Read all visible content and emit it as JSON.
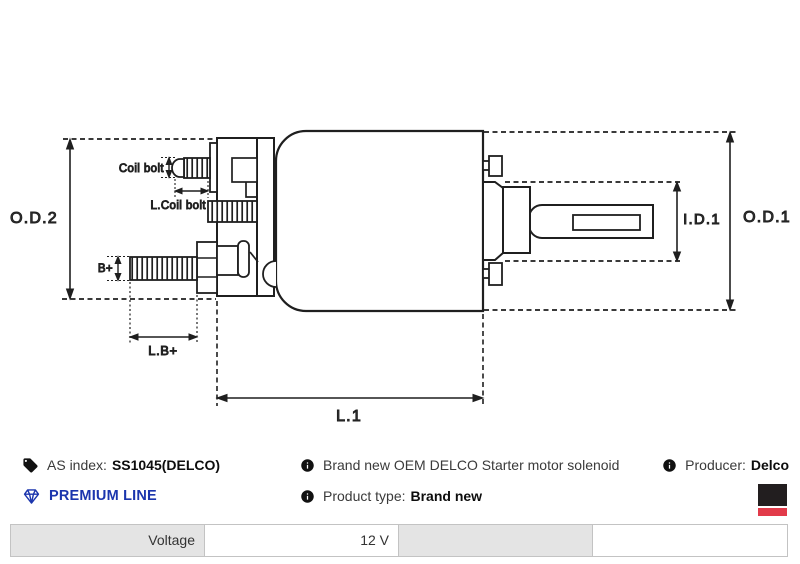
{
  "diagram": {
    "labels": {
      "od2": "O.D.2",
      "od1": "O.D.1",
      "id1": "I.D.1",
      "l1": "L.1",
      "lb_plus": "L.B+",
      "b_plus": "B+",
      "coil_bolt": "Coil bolt",
      "l_coil_bolt": "L.Coil bolt"
    }
  },
  "info": {
    "as_index_label": "AS index:",
    "as_index_value": "SS1045(DELCO)",
    "premium_line": "PREMIUM LINE",
    "description": "Brand new OEM DELCO Starter motor solenoid",
    "product_type_label": "Product type:",
    "product_type_value": "Brand new",
    "producer_label": "Producer:",
    "producer_value": "Delco"
  },
  "table": {
    "rows": [
      [
        "Voltage",
        "12 V",
        "",
        ""
      ]
    ]
  },
  "icons": {
    "as_index": "tag-icon",
    "premium": "diamond-icon",
    "info": "info-icon",
    "producer_logo": "brand-logo"
  },
  "colors": {
    "premium_blue": "#1b35ad",
    "logo_black": "#221e1f",
    "logo_red": "#e23b4a",
    "diagram_line": "#1f1f1f",
    "table_header_bg": "#e4e4e4",
    "table_border": "#c3c3c3"
  }
}
